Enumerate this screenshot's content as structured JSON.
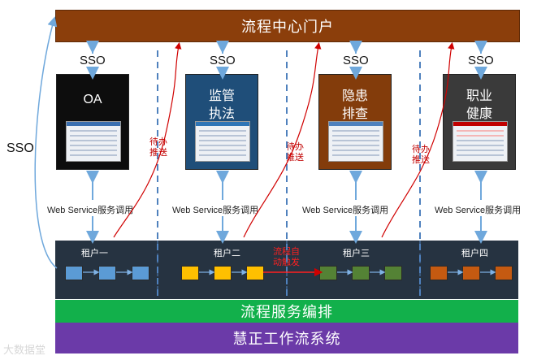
{
  "portal_label": "流程中心门户",
  "orchestration_label": "流程服务编排",
  "workflow_label": "慧正工作流系统",
  "sso_label": "SSO",
  "sso_left_label": "SSO",
  "todo_push_label": "待办\n推送",
  "auto_trigger_label": "流程自\n动触发",
  "webservice_label": "Web Service服务调用",
  "systems": [
    {
      "title": "OA",
      "color": "#0d0d0d"
    },
    {
      "title": "监管\n执法",
      "color": "#1f4e79"
    },
    {
      "title": "隐患\n排查",
      "color": "#833c0b"
    },
    {
      "title": "职业\n健康",
      "color": "#3a3a3a"
    }
  ],
  "tenants": [
    {
      "label": "租户一",
      "node_color": "#5b9bd5"
    },
    {
      "label": "租户二",
      "node_color": "#ffc000"
    },
    {
      "label": "租户三",
      "node_color": "#548235"
    },
    {
      "label": "租户四",
      "node_color": "#c55a11"
    }
  ],
  "watermark": "大数据堂",
  "colors": {
    "arrow": "#6fa8dc",
    "red_line": "#d00000",
    "dash": "#4f81bd"
  }
}
